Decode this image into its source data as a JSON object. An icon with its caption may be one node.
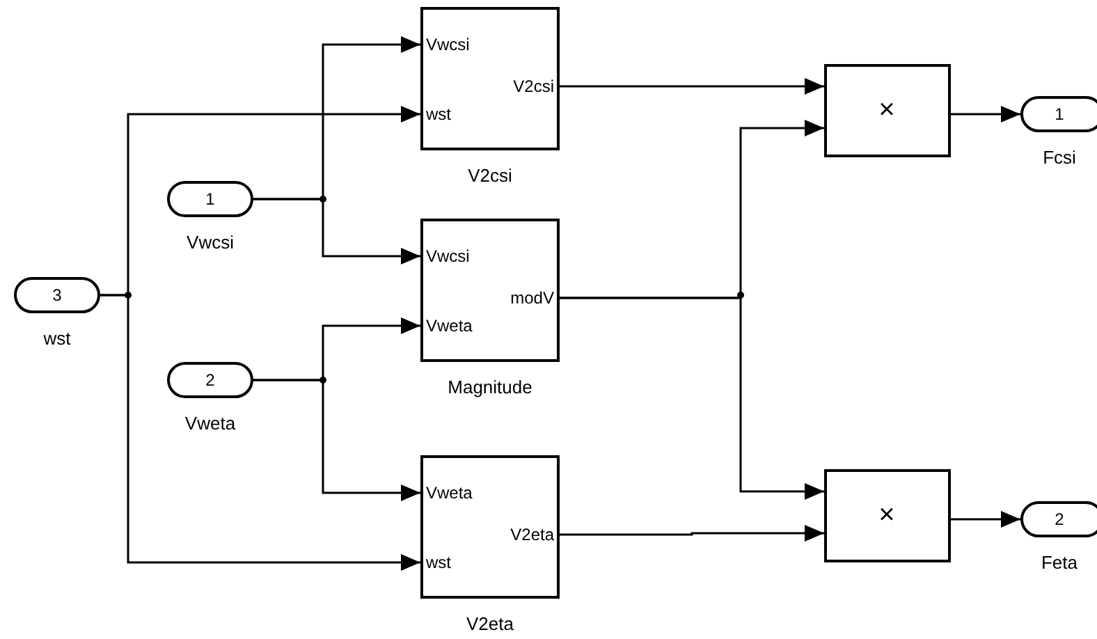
{
  "diagram": {
    "nodes": [
      {
        "text": [
          "3",
          "wst"
        ]
      },
      {
        "text": [
          "Vwcsi",
          "wst",
          "V2csi",
          "V2csi"
        ]
      },
      {
        "text": [
          "1",
          "Vwcsi"
        ]
      },
      {
        "text": [
          "Vwcsi",
          "Vweta",
          "modV",
          "Magnitude"
        ]
      },
      {
        "text": [
          "2",
          "Vweta"
        ]
      },
      {
        "text": [
          "Vweta",
          "wst",
          "V2eta",
          "V2eta"
        ]
      },
      {
        "text": [
          "×"
        ]
      },
      {
        "text": [
          "×"
        ]
      },
      {
        "text": [
          "1",
          "Fcsi"
        ]
      },
      {
        "text": [
          "2",
          "Feta"
        ]
      }
    ],
    "edges": [
      {
        "from": 0,
        "to": 1,
        "arrow": "to"
      },
      {
        "from": 0,
        "to": 5,
        "arrow": "to"
      },
      {
        "from": 2,
        "to": 1,
        "arrow": "to"
      },
      {
        "from": 2,
        "to": 3,
        "arrow": "to"
      },
      {
        "from": 4,
        "to": 3,
        "arrow": "to"
      },
      {
        "from": 4,
        "to": 5,
        "arrow": "to"
      },
      {
        "from": 1,
        "to": 6,
        "arrow": "to"
      },
      {
        "from": 3,
        "to": 6,
        "arrow": "to"
      },
      {
        "from": 3,
        "to": 7,
        "arrow": "to"
      },
      {
        "from": 5,
        "to": 7,
        "arrow": "to"
      },
      {
        "from": 6,
        "to": 8,
        "arrow": "to"
      },
      {
        "from": 7,
        "to": 9,
        "arrow": "to"
      }
    ]
  }
}
